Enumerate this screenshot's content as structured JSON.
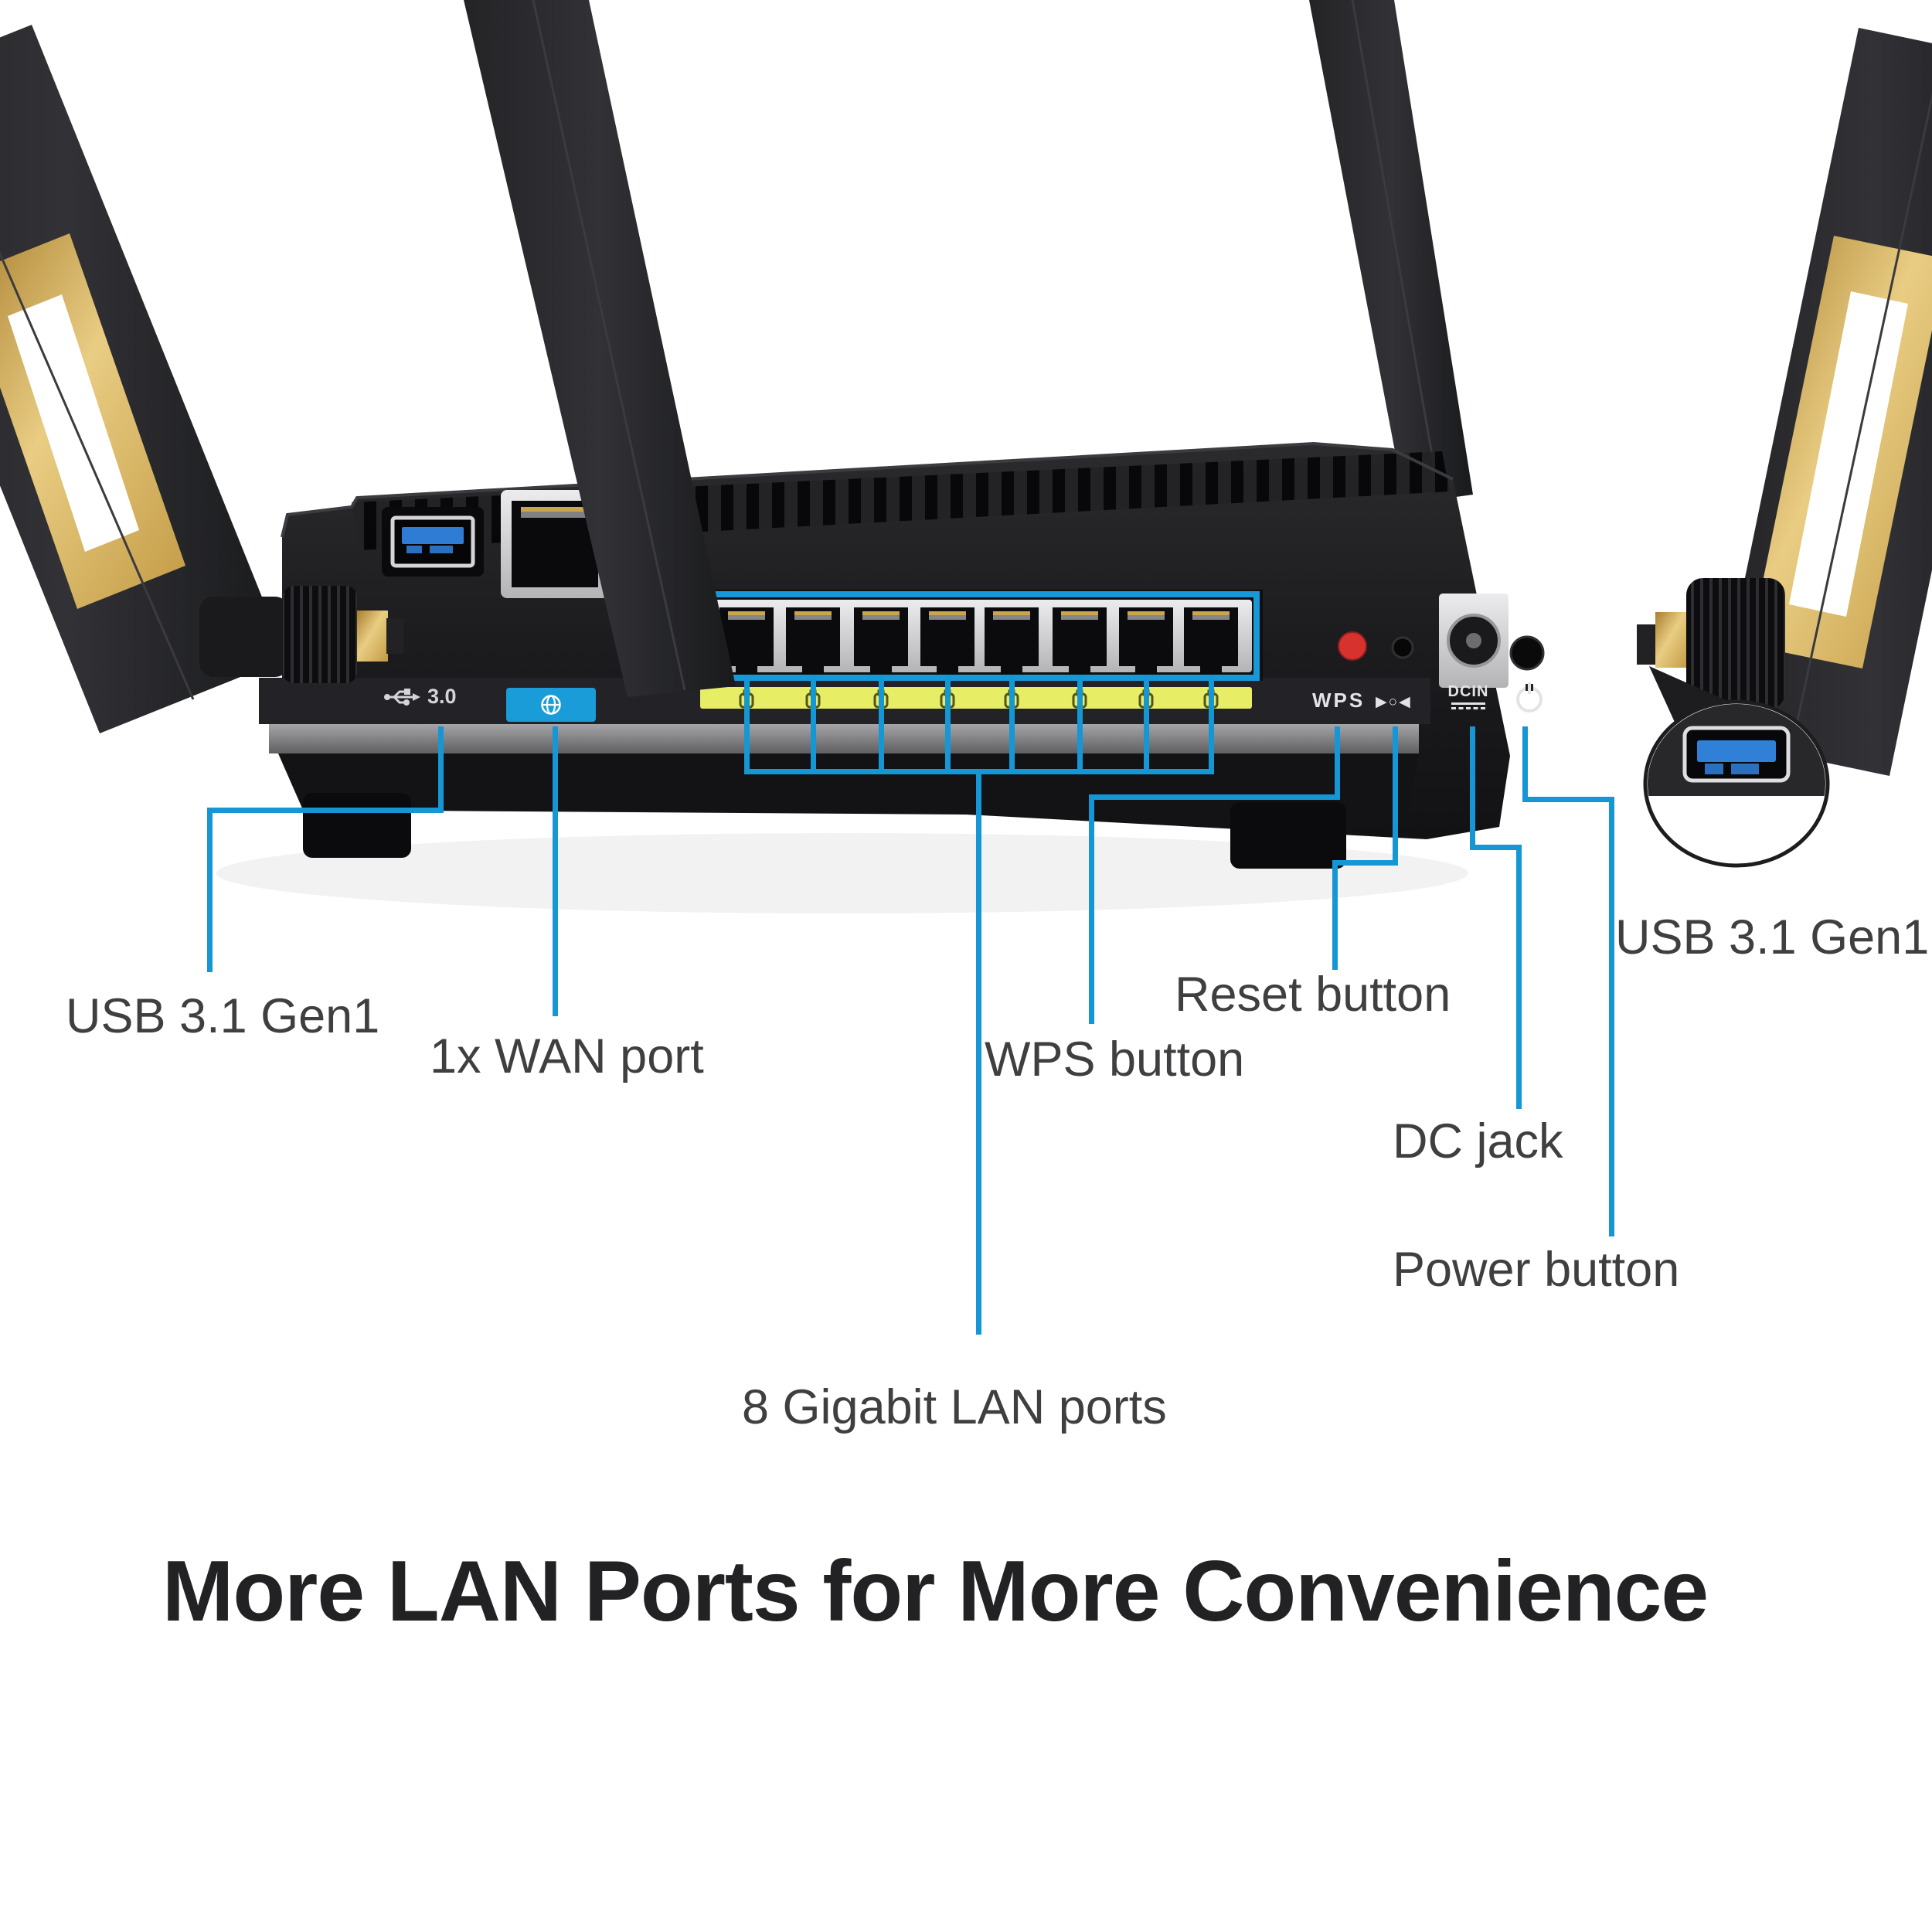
{
  "title": "More LAN Ports for More Convenience",
  "callouts": {
    "usb_rear": "USB 3.1 Gen1",
    "wan": "1x WAN port",
    "lan": "8 Gigabit LAN ports",
    "wps": "WPS button",
    "reset": "Reset button",
    "dc": "DC jack",
    "power": "Power button",
    "usb_side": "USB 3.1 Gen1"
  },
  "panel": {
    "usb30": "3.0",
    "wps": "WPS",
    "dcin": "DCIN",
    "reset_glyph": "▶○◀"
  },
  "lan_port_count": 8,
  "icons": {
    "usb_trident": "usb-trident-icon",
    "wan_globe": "globe-icon",
    "reset": "reset-icon",
    "power": "power-icon",
    "lan_port": "lan-port-icon"
  },
  "colors": {
    "callout_line": "#1597d5",
    "wan_tag": "#1a9cd9",
    "lan_outline": "#1898d6",
    "lan_strip": "#e7ee66",
    "wps_button": "#d8322f",
    "usb_blue": "#2f7cd4",
    "antenna_gold": "#d9b25f",
    "title_text": "#222124",
    "label_text": "#3f3f41"
  }
}
